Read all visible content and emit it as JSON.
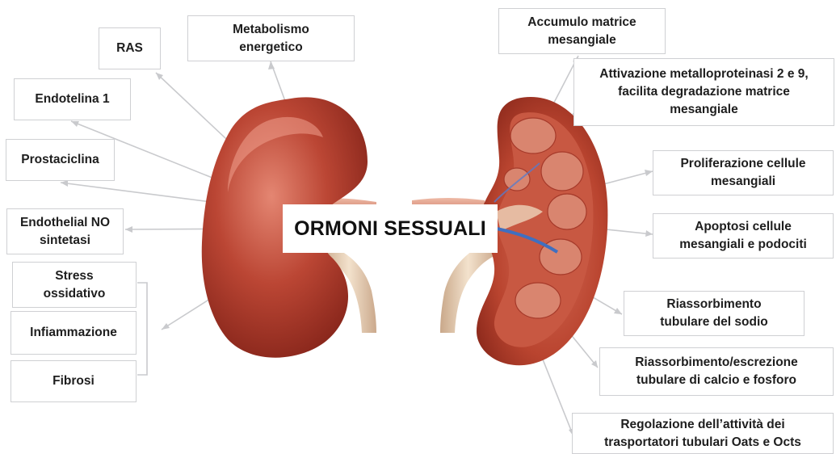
{
  "center_label": "ORMONI SESSUALI",
  "left_boxes": [
    {
      "id": "ras",
      "text": "RAS"
    },
    {
      "id": "metabolismo",
      "text": "Metabolismo\nenergetico"
    },
    {
      "id": "endotelina",
      "text": "Endotelina 1"
    },
    {
      "id": "prostaciclina",
      "text": "Prostaciclina"
    },
    {
      "id": "endothelial-no",
      "text": "Endothelial NO\nsintetasi"
    },
    {
      "id": "stress",
      "text": "Stress\nossidativo"
    },
    {
      "id": "infiammazione",
      "text": "Infiammazione"
    },
    {
      "id": "fibrosi",
      "text": "Fibrosi"
    }
  ],
  "right_boxes": [
    {
      "id": "accumulo",
      "text": "Accumulo matrice\nmesangiale"
    },
    {
      "id": "attivazione",
      "text": "Attivazione metalloproteinasi 2 e 9,\nfacilita degradazione matrice\nmesangiale"
    },
    {
      "id": "proliferazione",
      "text": "Proliferazione cellule\nmesangiali"
    },
    {
      "id": "apoptosi",
      "text": "Apoptosi cellule\nmesangiali e podociti"
    },
    {
      "id": "riassorbimento-sodio",
      "text": "Riassorbimento\ntubulare del sodio"
    },
    {
      "id": "riassorbimento-calcio",
      "text": "Riassorbimento/escrezione\ntubulare di calcio e fosforo"
    },
    {
      "id": "regolazione",
      "text": "Regolazione dell’attività dei\ntrasportatori tubulari Oats e Octs"
    }
  ],
  "colors": {
    "kidney_outer": "#b5402f",
    "kidney_highlight": "#d9705c",
    "kidney_shadow": "#7d1f16",
    "cortex": "#c2523f",
    "pyramid": "#d8826c",
    "ureter": "#ead2b8",
    "vein": "#3f6fc0",
    "connector": "#c9cacd",
    "box_border": "#cfd0d3"
  }
}
